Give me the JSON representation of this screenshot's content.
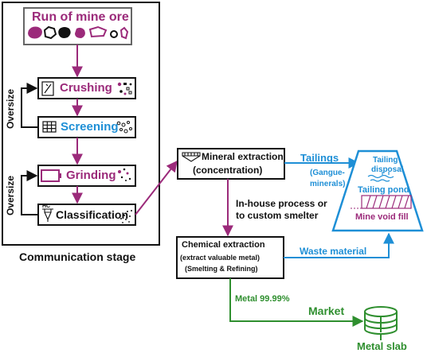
{
  "colors": {
    "purple": "#9b2a7a",
    "blue": "#1e8fd6",
    "green": "#2f8f2f",
    "dark": "#111111"
  },
  "stage": {
    "title": "Run of mine ore",
    "crushing": "Crushing",
    "screening": "Screening",
    "grinding": "Grinding",
    "classification": "Classification",
    "oversize_1": "Oversize",
    "oversize_2": "Oversize",
    "caption": "Communication stage",
    "hc_tag": "HC"
  },
  "mineral": {
    "line1": "Mineral extraction",
    "line2": "(concentration)"
  },
  "tailings": {
    "label": "Tailings",
    "sub1": "(Gangue-",
    "sub2": "minerals)",
    "disposal1": "Tailing",
    "disposal2": "disposal",
    "pond": "Tailing pond",
    "void": "Mine void fill"
  },
  "inhouse": {
    "line1": "In-house process or",
    "line2": "to custom smelter"
  },
  "chemical": {
    "line1": "Chemical extraction",
    "line2": "(extract valuable metal)",
    "line3": "(Smelting & Refining)"
  },
  "waste": "Waste material",
  "metal_pct": "Metal 99.99%",
  "market": "Market",
  "metal_slab": "Metal slab"
}
